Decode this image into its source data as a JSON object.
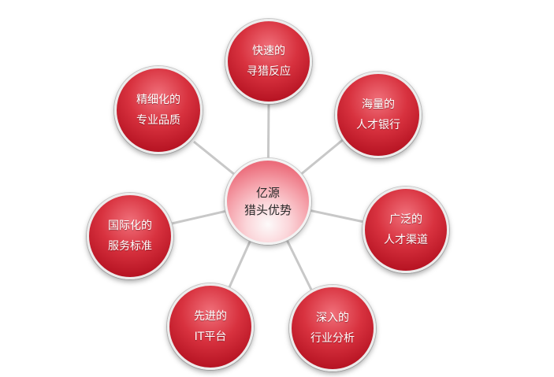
{
  "center": {
    "line1": "亿源",
    "line2": "猎头优势"
  },
  "nodes": [
    {
      "id": "fast-search",
      "line1": "快速的",
      "line2": "寻猎反应"
    },
    {
      "id": "talent-bank",
      "line1": "海量的",
      "line2": "人才银行"
    },
    {
      "id": "talent-channels",
      "line1": "广泛的",
      "line2": "人才渠道"
    },
    {
      "id": "industry-analysis",
      "line1": "深入的",
      "line2": "行业分析"
    },
    {
      "id": "it-platform",
      "line1": "先进的",
      "line2": "IT平台"
    },
    {
      "id": "intl-service",
      "line1": "国际化的",
      "line2": "服务标准"
    },
    {
      "id": "professional-quality",
      "line1": "精细化的",
      "line2": "专业品质"
    }
  ],
  "colors": {
    "node_red": "#c41e2c",
    "center_pink": "#f5a2ab",
    "connector": "#c8c8c8"
  }
}
